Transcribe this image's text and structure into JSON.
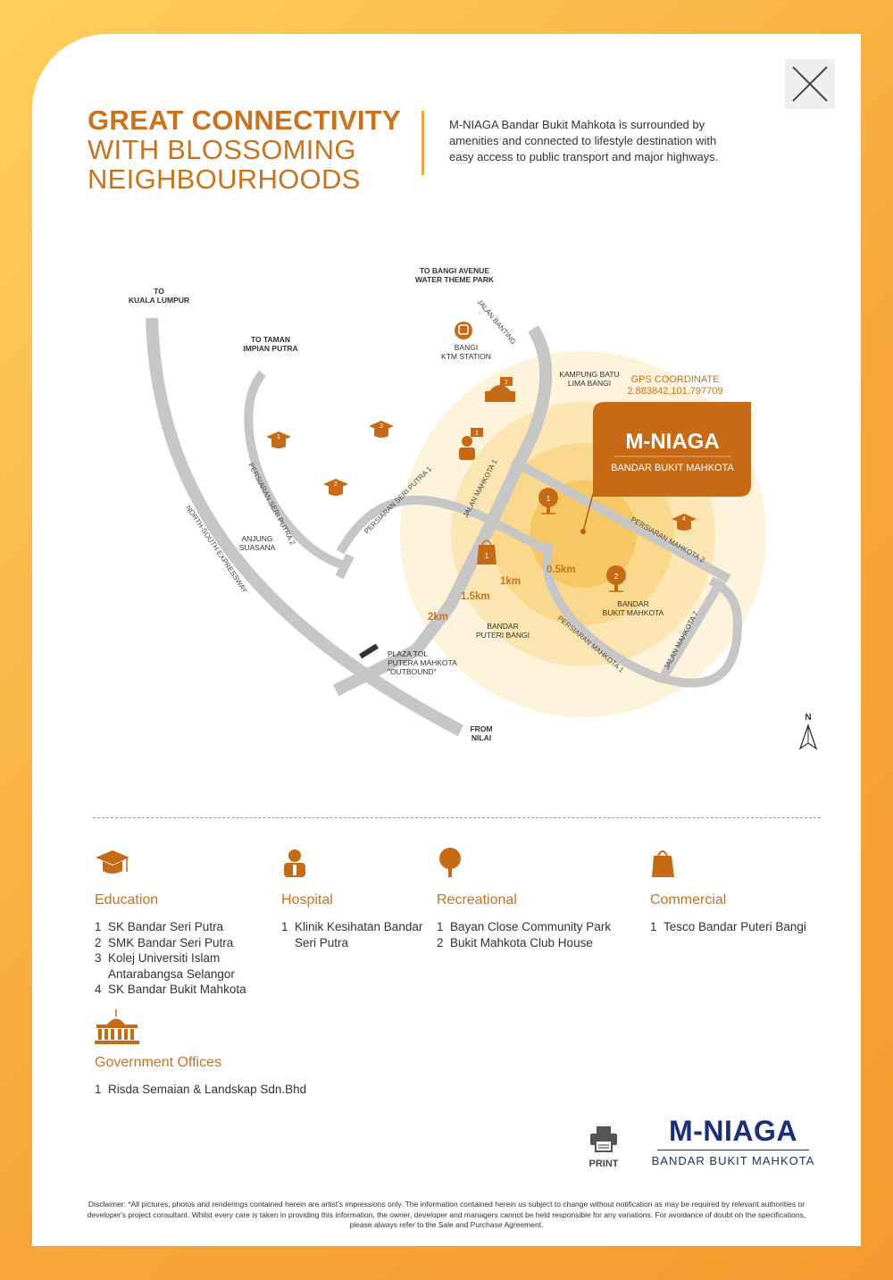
{
  "header": {
    "title_line1": "GREAT CONNECTIVITY",
    "title_line2": "WITH BLOSSOMING",
    "title_line3": "NEIGHBOURHOODS",
    "intro": "M-NIAGA Bandar Bukit Mahkota is surrounded by amenities and connected to lifestyle destination with easy access to public transport and major highways."
  },
  "colors": {
    "accent": "#c8731f",
    "brand_navy": "#1e2f7a",
    "road": "#c4c4c4",
    "ring": "#fbe3a8"
  },
  "map": {
    "labels": {
      "to_kl_1": "TO",
      "to_kl_2": "KUALA LUMPUR",
      "to_bangi_1": "TO BANGI AVENUE",
      "to_bangi_2": "WATER THEME PARK",
      "to_taman_1": "TO TAMAN",
      "to_taman_2": "IMPIAN PUTRA",
      "ktm_1": "BANGI",
      "ktm_2": "KTM STATION",
      "kampung_1": "KAMPUNG BATU",
      "kampung_2": "LIMA BANGI",
      "gps_title": "GPS COORDINATE",
      "gps_value": "2.883842,101.797709",
      "anjung_1": "ANJUNG",
      "anjung_2": "SUASANA",
      "plaza_1": "PLAZA TOL",
      "plaza_2": "PUTERA MAHKOTA",
      "plaza_3": "\"OUTBOUND\"",
      "from_1": "FROM",
      "from_2": "NILAI",
      "bpb_1": "BANDAR",
      "bpb_2": "PUTERI BANGI",
      "bbm_1": "BANDAR",
      "bbm_2": "BUKIT MAHKOTA",
      "north": "N"
    },
    "roads": {
      "jalan_banting": "JALAN BANTING",
      "jalan_mahkota_1": "JALAN MAHKOTA 1",
      "persiaran_seri_putra_1": "PERSIARAN SERI PUTRA 1",
      "persiaran_seri_putra_2": "PERSIARAN SERI PUTRA 2",
      "north_south": "NORTH-SOUTH EXPRESSWAY",
      "persiaran_mahkota_2": "PERSIARAN MAHKOTA 2",
      "persiaran_mahkota_1": "PERSIARAN MAHKOTA 1",
      "jalan_mahkota_7": "JALAN MAHKOTA 7"
    },
    "distances": {
      "d05": "0.5km",
      "d1": "1km",
      "d15": "1.5km",
      "d2": "2km"
    },
    "callout": {
      "brand": "M-NIAGA",
      "sub": "BANDAR BUKIT MAHKOTA"
    },
    "markers": {
      "edu1": "1",
      "edu2": "2",
      "edu3": "3",
      "edu4": "4",
      "gov1": "1",
      "hosp1": "1",
      "rec1": "1",
      "rec2": "2",
      "com1": "1"
    }
  },
  "legend": {
    "education": {
      "title": "Education",
      "items": [
        {
          "num": "1",
          "name": "SK Bandar Seri Putra"
        },
        {
          "num": "2",
          "name": "SMK Bandar Seri Putra"
        },
        {
          "num": "3",
          "name": "Kolej Universiti Islam Antarabangsa Selangor"
        },
        {
          "num": "4",
          "name": "SK Bandar Bukit Mahkota"
        }
      ]
    },
    "hospital": {
      "title": "Hospital",
      "items": [
        {
          "num": "1",
          "name": "Klinik Kesihatan Bandar Seri Putra"
        }
      ]
    },
    "recreational": {
      "title": "Recreational",
      "items": [
        {
          "num": "1",
          "name": "Bayan Close Community Park"
        },
        {
          "num": "2",
          "name": "Bukit Mahkota Club House"
        }
      ]
    },
    "commercial": {
      "title": "Commercial",
      "items": [
        {
          "num": "1",
          "name": "Tesco Bandar Puteri Bangi"
        }
      ]
    },
    "government": {
      "title": "Government Offices",
      "items": [
        {
          "num": "1",
          "name": "Risda Semaian & Landskap Sdn.Bhd"
        }
      ]
    }
  },
  "footer": {
    "print_label": "PRINT",
    "brand": "M-NIAGA",
    "brand_sub": "BANDAR BUKIT MAHKOTA",
    "disclaimer": "Disclaimer: *All pictures, photos and renderings contained herein are artist's impressions only. The information contained herein us subject to change without notification as may be required by relevant authorities or developer's project consultant. Whilst every care is taken in providing this information, the owner, developer and managers cannot be held responsible for any variations. For avoidance of doubt on the specifications, please always refer to the Sale and Purchase Agreement."
  },
  "icons": [
    "close-icon",
    "graduation-cap-icon",
    "doctor-icon",
    "tree-icon",
    "shopping-bag-icon",
    "government-building-icon",
    "train-icon",
    "printer-icon",
    "north-arrow-icon",
    "map-pin-icon"
  ]
}
